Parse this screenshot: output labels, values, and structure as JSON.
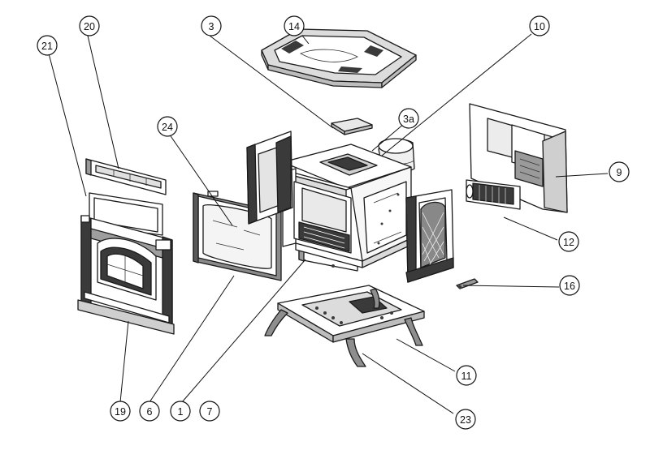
{
  "callouts": [
    {
      "id": "c1",
      "label": "1"
    },
    {
      "id": "c3",
      "label": "3"
    },
    {
      "id": "c3a",
      "label": "3a"
    },
    {
      "id": "c6",
      "label": "6"
    },
    {
      "id": "c7",
      "label": "7"
    },
    {
      "id": "c9",
      "label": "9"
    },
    {
      "id": "c10",
      "label": "10"
    },
    {
      "id": "c11",
      "label": "11"
    },
    {
      "id": "c12",
      "label": "12"
    },
    {
      "id": "c14",
      "label": "14"
    },
    {
      "id": "c16",
      "label": "16"
    },
    {
      "id": "c19",
      "label": "19"
    },
    {
      "id": "c20",
      "label": "20"
    },
    {
      "id": "c21",
      "label": "21"
    },
    {
      "id": "c23",
      "label": "23"
    },
    {
      "id": "c24",
      "label": "24"
    }
  ]
}
